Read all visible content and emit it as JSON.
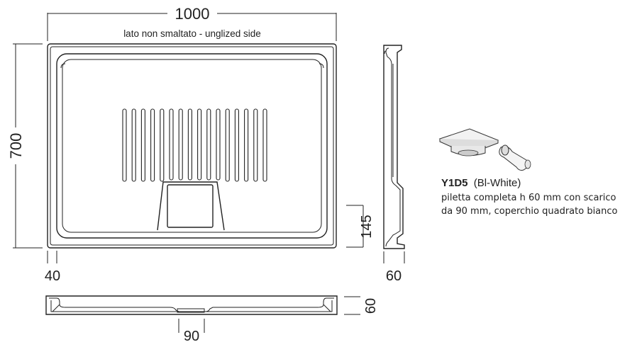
{
  "top_view": {
    "width_label": "1000",
    "height_label": "700",
    "unglazed_note": "lato non smaltato - unglized side",
    "rim_label": "40",
    "drain_offset_label": "145"
  },
  "side_view": {
    "depth_label": "60"
  },
  "front_view": {
    "height_label": "60",
    "drain_label": "90"
  },
  "product": {
    "code": "Y1D5",
    "variant": "(Bl-White)",
    "description_line1": "piletta completa h 60 mm con scarico",
    "description_line2": "da 90 mm, coperchio quadrato bianco"
  }
}
